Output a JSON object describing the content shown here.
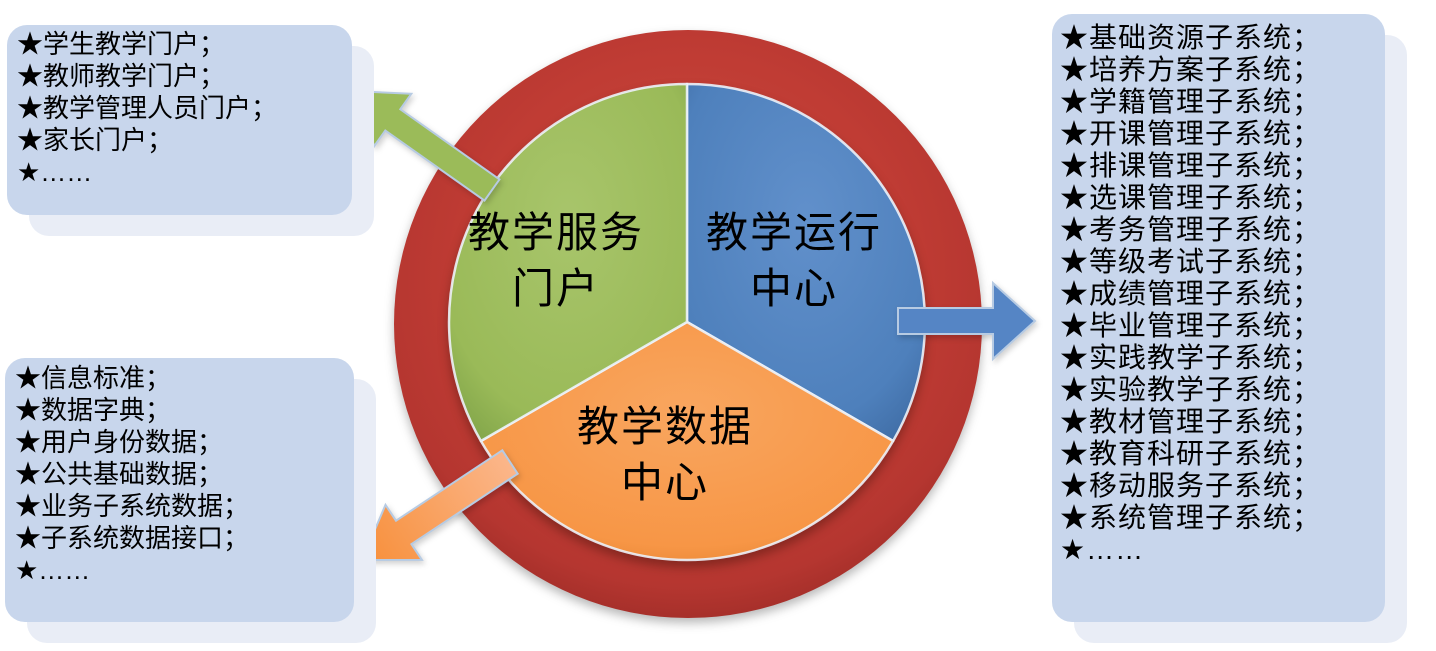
{
  "wheel": {
    "segments": [
      {
        "id": "teaching-service-portal",
        "label": "教学服务\n门户",
        "color": "#9BBB59"
      },
      {
        "id": "teaching-operation-center",
        "label": "教学运行\n中心",
        "color": "#4F81BD"
      },
      {
        "id": "teaching-data-center",
        "label": "教学数据\n中心",
        "color": "#F79646"
      }
    ],
    "ring_color": "#BE3B33"
  },
  "callouts": {
    "portal": {
      "items": [
        "★学生教学门户；",
        "★教师教学门户；",
        "★教学管理人员门户；",
        "★家长门户；",
        "★……"
      ]
    },
    "data": {
      "items": [
        "★信息标准；",
        "★数据字典；",
        "★用户身份数据；",
        "★公共基础数据；",
        "★业务子系统数据；",
        "★子系统数据接口；",
        "★……"
      ]
    },
    "subsystems": {
      "items": [
        "★基础资源子系统；",
        "★培养方案子系统；",
        "★学籍管理子系统；",
        "★开课管理子系统；",
        "★排课管理子系统；",
        "★选课管理子系统；",
        "★考务管理子系统；",
        "★等级考试子系统；",
        "★成绩管理子系统；",
        "★毕业管理子系统；",
        "★实践教学子系统；",
        "★实验教学子系统；",
        "★教材管理子系统；",
        "★教育科研子系统；",
        "★移动服务子系统；",
        "★系统管理子系统；",
        "★……"
      ]
    }
  },
  "colors": {
    "callout_fill": "#C8D6EC",
    "callout_shadow": "#E9EDF6",
    "arrow_green": "#9BBB59",
    "arrow_blue": "#5585C5",
    "arrow_orange": "#F79646",
    "arrow_border": "#B7CBE3"
  }
}
